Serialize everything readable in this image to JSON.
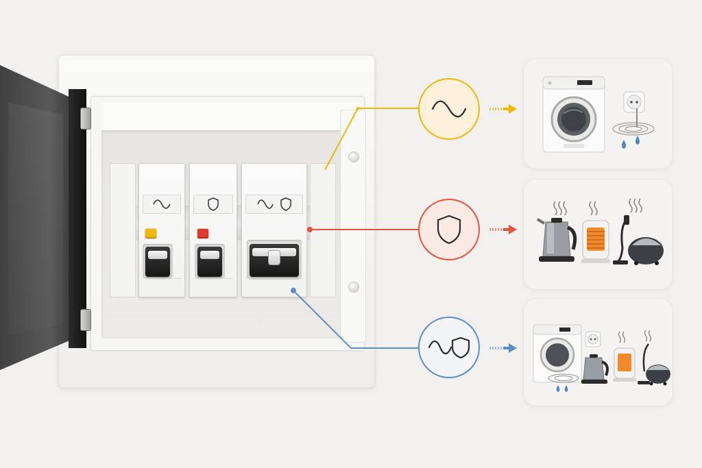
{
  "diagram": {
    "description_free": true,
    "panel": {
      "modules": [
        {
          "id": "rcd",
          "symbol": "sine-wave-icon",
          "test_button_color": "#f2b705"
        },
        {
          "id": "mcb",
          "symbol": "shield-icon",
          "test_button_color": "#e0392b"
        },
        {
          "id": "rcbo",
          "symbol": "sine-wave-and-shield-icon",
          "test_button_color": null
        }
      ]
    },
    "rows": [
      {
        "symbol": "sine-wave-icon",
        "color": "#f2b705",
        "circle_fill": "#fdf1dc",
        "appliances": [
          "washing-machine-icon",
          "wall-socket-icon",
          "water-drops-icon"
        ]
      },
      {
        "symbol": "shield-icon",
        "color": "#e5533d",
        "circle_fill": "#fbe9e4",
        "appliances": [
          "kettle-icon",
          "heater-icon",
          "vacuum-cleaner-icon"
        ]
      },
      {
        "symbol": "sine-wave-and-shield-icon",
        "color": "#5b8ec4",
        "circle_fill": "#f3f4f6",
        "appliances": [
          "washing-machine-icon",
          "wall-socket-icon",
          "kettle-icon",
          "heater-icon",
          "vacuum-cleaner-icon",
          "water-drops-icon"
        ]
      }
    ],
    "colors": {
      "background": "#f1f0ee",
      "yellow": "#f2b705",
      "red": "#e5533d",
      "blue": "#5b8ec4"
    }
  }
}
